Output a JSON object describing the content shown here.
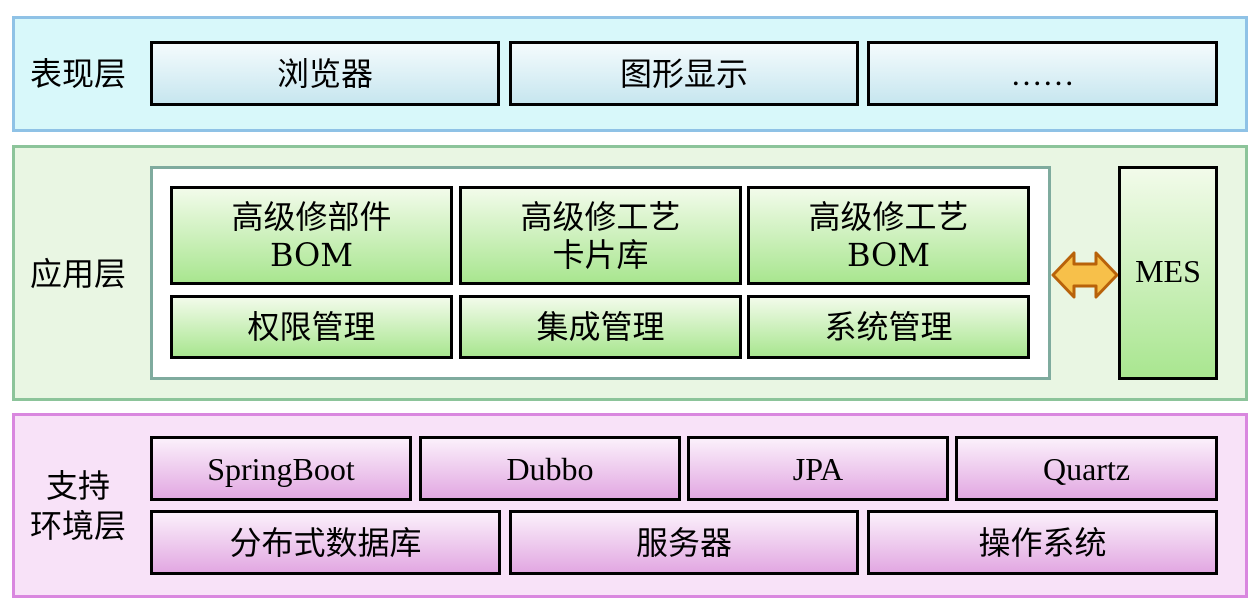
{
  "presentation_layer": {
    "label": "表现层",
    "items": [
      "浏览器",
      "图形显示",
      "……"
    ]
  },
  "application_layer": {
    "label": "应用层",
    "modules": [
      "高级修部件\nBOM",
      "高级修工艺\n卡片库",
      "高级修工艺\nBOM"
    ],
    "management": [
      "权限管理",
      "集成管理",
      "系统管理"
    ],
    "external": "MES"
  },
  "support_layer": {
    "label": "支持\n环境层",
    "frameworks": [
      "SpringBoot",
      "Dubbo",
      "JPA",
      "Quartz"
    ],
    "infrastructure": [
      "分布式数据库",
      "服务器",
      "操作系统"
    ]
  },
  "colors": {
    "presentation_bg": "#d8f8fa",
    "presentation_border": "#8fc2e6",
    "application_bg": "#e9f6e3",
    "application_border": "#7fab9e",
    "support_bg": "#f8e2f8",
    "support_border": "#d987df",
    "arrow_fill": "#f7c04a",
    "arrow_stroke": "#b8620a"
  }
}
